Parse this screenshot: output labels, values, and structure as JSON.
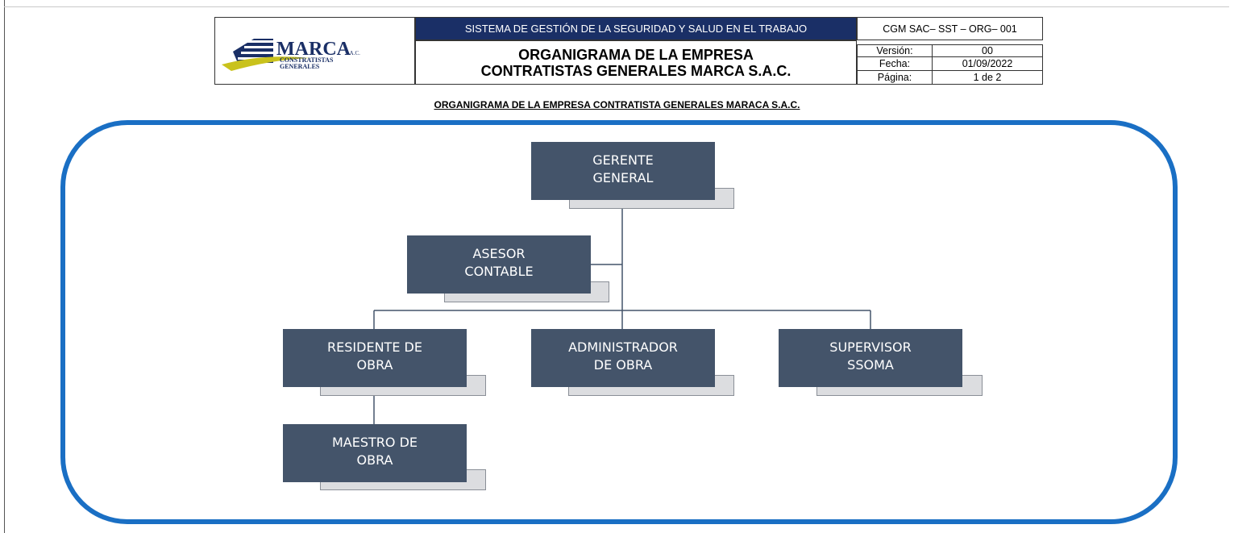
{
  "header": {
    "logo": {
      "name": "MARCA",
      "suffix": "S.A.C.",
      "tagline_1": "CONSTRATISTAS",
      "tagline_2": "GENERALES"
    },
    "system_title": "SISTEMA DE GESTIÓN DE LA SEGURIDAD Y SALUD EN EL TRABAJO",
    "doc_title_line1": "ORGANIGRAMA DE LA EMPRESA",
    "doc_title_line2": "CONTRATISTAS GENERALES MARCA S.A.C.",
    "code": "CGM SAC– SST – ORG– 001",
    "meta": [
      {
        "label": "Versión:",
        "value": "00"
      },
      {
        "label": "Fecha:",
        "value": "01/09/2022"
      },
      {
        "label": "Página:",
        "value": "1 de 2"
      }
    ]
  },
  "subtitle": "ORGANIGRAMA DE LA EMPRESA CONTRATISTA GENERALES MARACA S.A.C.",
  "org_chart": {
    "frame_color": "#1a6fc4",
    "node_color": "#44546a",
    "nodes": {
      "gerente": [
        "GERENTE",
        "GENERAL"
      ],
      "asesor": [
        "ASESOR",
        "CONTABLE"
      ],
      "residente": [
        "RESIDENTE DE",
        "OBRA"
      ],
      "administrador": [
        "ADMINISTRADOR",
        "DE OBRA"
      ],
      "supervisor": [
        "SUPERVISOR",
        "SSOMA"
      ],
      "maestro": [
        "MAESTRO DE",
        "OBRA"
      ]
    }
  }
}
